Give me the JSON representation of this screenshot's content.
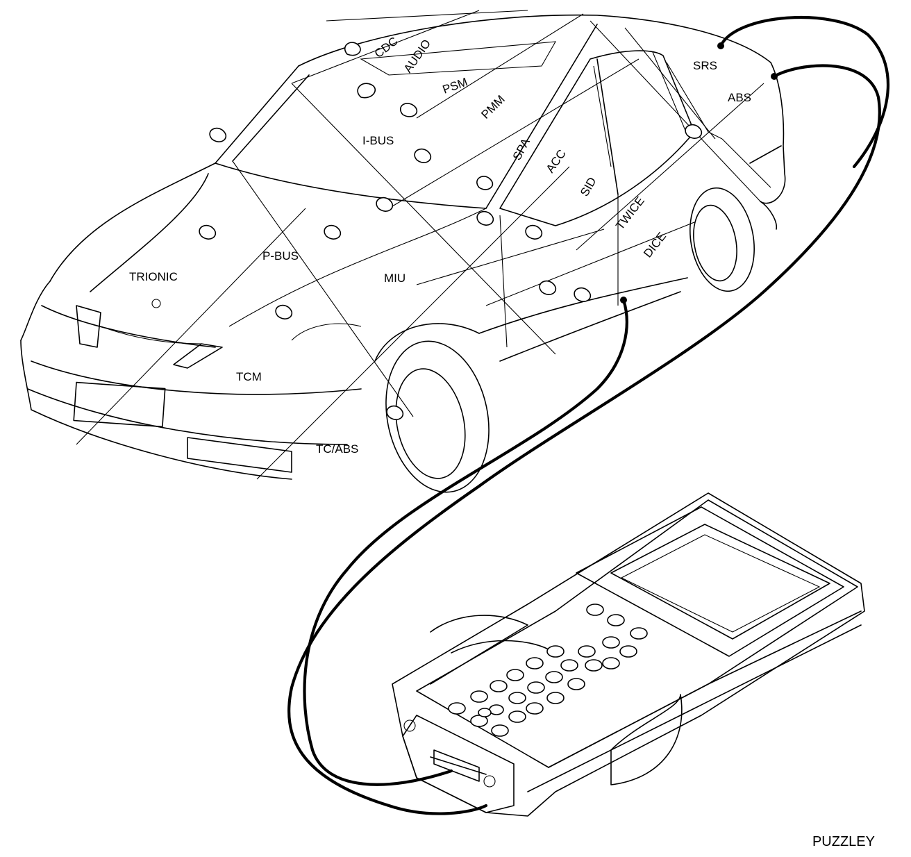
{
  "modules": [
    {
      "id": "cdc",
      "label": "CDC"
    },
    {
      "id": "audio",
      "label": "AUDIO"
    },
    {
      "id": "psm",
      "label": "PSM"
    },
    {
      "id": "pmm",
      "label": "PMM"
    },
    {
      "id": "ibus",
      "label": "I-BUS"
    },
    {
      "id": "spa",
      "label": "SPA"
    },
    {
      "id": "acc",
      "label": "ACC"
    },
    {
      "id": "sid",
      "label": "SID"
    },
    {
      "id": "twice",
      "label": "TWICE"
    },
    {
      "id": "dice",
      "label": "DICE"
    },
    {
      "id": "srs",
      "label": "SRS"
    },
    {
      "id": "abs",
      "label": "ABS"
    },
    {
      "id": "trionic",
      "label": "TRIONIC"
    },
    {
      "id": "pbus",
      "label": "P-BUS"
    },
    {
      "id": "miu",
      "label": "MIU"
    },
    {
      "id": "tcm",
      "label": "TCM"
    },
    {
      "id": "tcabs",
      "label": "TC/ABS"
    }
  ],
  "credit": "PUZZLEY"
}
